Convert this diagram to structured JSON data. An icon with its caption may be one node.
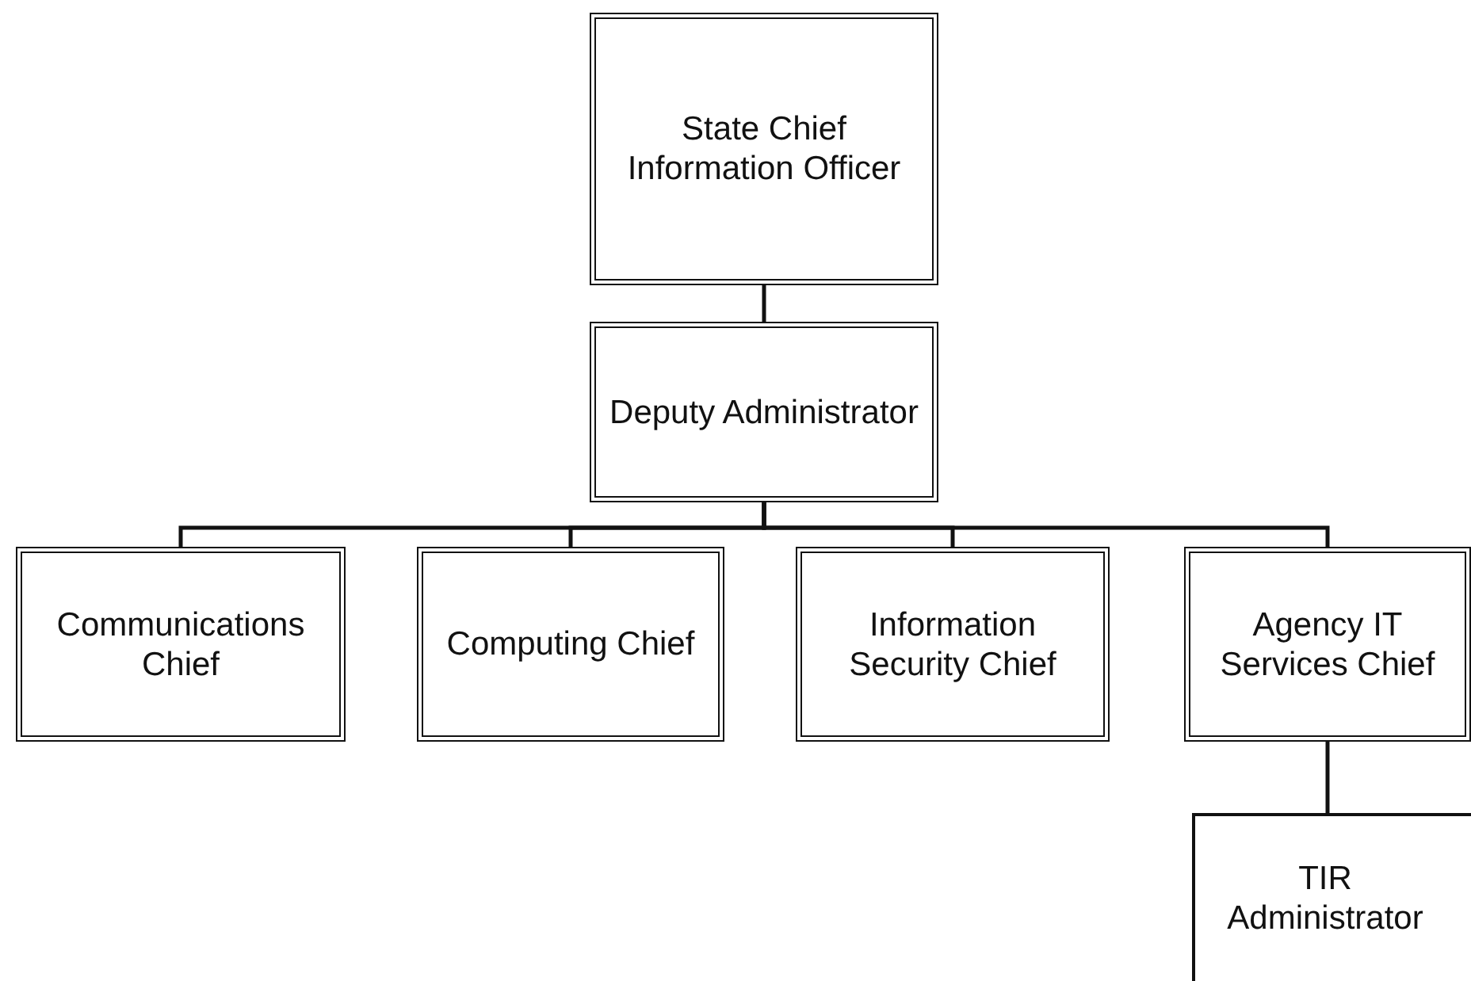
{
  "diagram": {
    "nodes": [
      {
        "text": [
          "State Chief Information Officer"
        ]
      },
      {
        "text": [
          "Deputy Administrator"
        ]
      },
      {
        "text": [
          "Communications Chief"
        ]
      },
      {
        "text": [
          "Computing Chief"
        ]
      },
      {
        "text": [
          "Information Security Chief"
        ]
      },
      {
        "text": [
          "Agency IT Services Chief"
        ]
      },
      {
        "text": [
          "TIR Administrator"
        ]
      }
    ],
    "edges": [
      {
        "from": 0,
        "to": 1,
        "arrow": "none"
      },
      {
        "from": 1,
        "to": 2,
        "arrow": "none"
      },
      {
        "from": 1,
        "to": 3,
        "arrow": "none"
      },
      {
        "from": 1,
        "to": 4,
        "arrow": "none"
      },
      {
        "from": 1,
        "to": 5,
        "arrow": "none"
      },
      {
        "from": 5,
        "to": 6,
        "arrow": "none"
      }
    ]
  }
}
